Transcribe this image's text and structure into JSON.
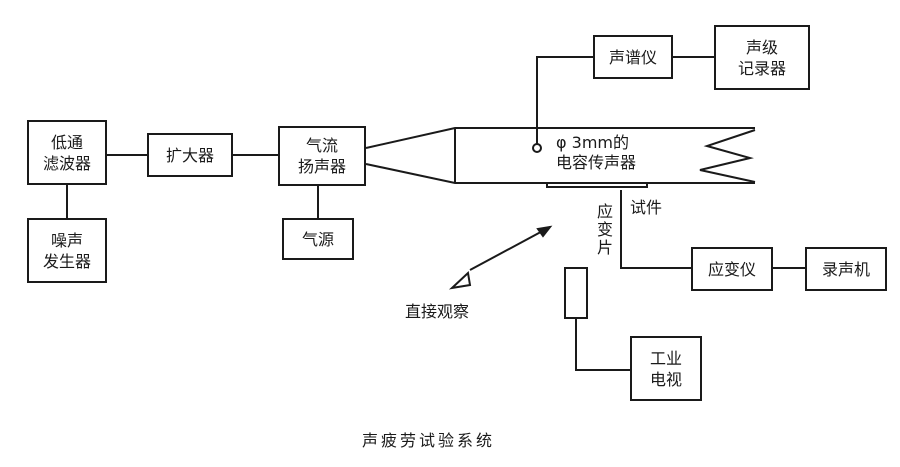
{
  "boxes": {
    "lowpass_filter": "低通\n滤波器",
    "noise_generator": "噪声\n发生器",
    "amplifier": "扩大器",
    "airflow_speaker": "气流\n扬声器",
    "air_source": "气源",
    "spectrum_analyzer": "声谱仪",
    "level_recorder": "声级\n记录器",
    "strain_meter": "应变仪",
    "tape_recorder": "录声机",
    "industrial_tv": "工业\n电视"
  },
  "labels": {
    "microphone": "φ 3mm的\n电容传声器",
    "specimen": "试件",
    "strain_gauge": "应\n变\n片",
    "direct_observation": "直接观察"
  },
  "caption": "声疲劳试验系统"
}
